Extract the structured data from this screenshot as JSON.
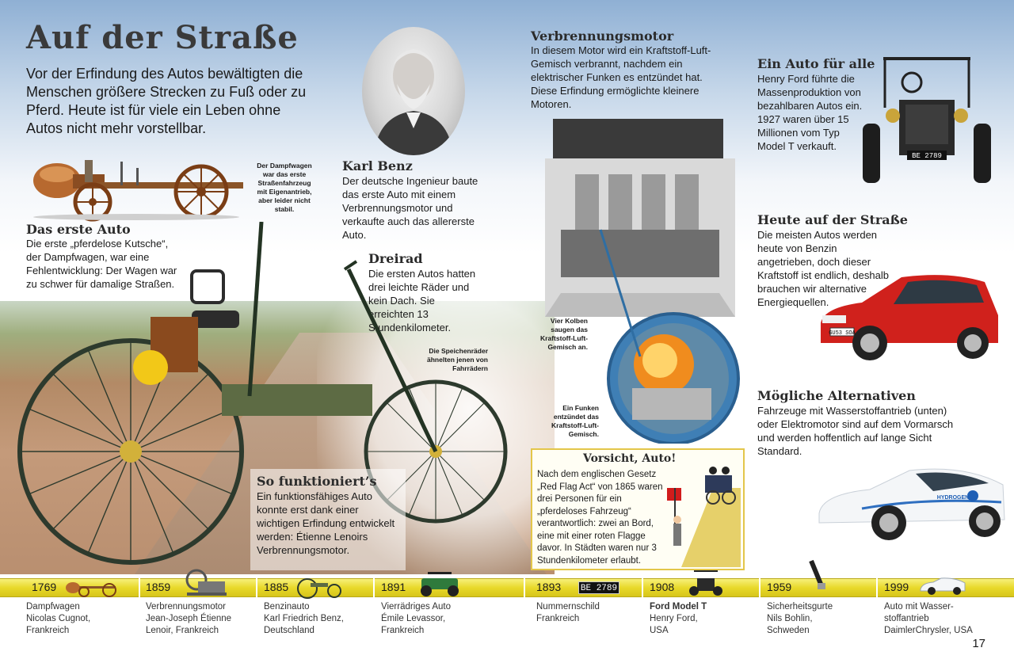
{
  "page": {
    "title": "Auf der Straße",
    "intro": "Vor der Erfindung des Autos bewältigten die Menschen größere Strecken zu Fuß oder zu Pferd. Heute ist für viele ein Leben ohne Autos nicht mehr vorstellbar.",
    "page_number": "17"
  },
  "sections": {
    "steam_caption": "Der Dampfwagen war das erste Straßenfahrzeug mit Eigenantrieb, aber leider nicht stabil.",
    "first_car": {
      "heading": "Das erste Auto",
      "text": "Die erste „pferdelose Kutsche“, der Dampfwagen, war eine Fehlentwicklung: Der Wagen war zu schwer für damalige Straßen."
    },
    "karl_benz": {
      "heading": "Karl Benz",
      "text": "Der deutsche Ingenieur baute das erste Auto mit einem Verbrennungsmotor und verkaufte auch das allererste Auto."
    },
    "dreirad": {
      "heading": "Dreirad",
      "text": "Die ersten Autos hatten drei leichte Räder und kein Dach. Sie erreichten 13 Stundenkilometer."
    },
    "spoke_caption": "Die Speichenräder ähnelten jenen von Fahrrädern",
    "how_it_works": {
      "heading": "So funktioniert’s",
      "text": "Ein funktionsfähiges Auto konnte erst dank einer wichtigen Erfindung entwickelt werden: Étienne Lenoirs Verbrennungsmotor."
    },
    "engine": {
      "heading": "Verbrennungsmotor",
      "text": "In diesem Motor wird ein Kraftstoff-Luft-Gemisch verbrannt, nachdem ein elektrischer Funken es entzündet hat. Diese Erfindung ermöglichte kleinere Motoren.",
      "caption_pistons": "Vier Kolben saugen das Kraftstoff-Luft-Gemisch an.",
      "caption_spark": "Ein Funken entzündet das Kraftstoff-Luft-Gemisch."
    },
    "warning": {
      "heading": "Vorsicht, Auto!",
      "text": "Nach dem englischen Gesetz „Red Flag Act“ von 1865 waren drei Personen für ein „pferdeloses Fahrzeug“ verantwortlich: zwei an Bord, eine mit einer roten Flagge davor. In Städten waren nur 3 Stundenkilometer erlaubt."
    },
    "car_for_all": {
      "heading": "Ein Auto für alle",
      "text": "Henry Ford führte die Massenproduktion von bezahlbaren Autos ein. 1927 waren über 15 Millionen vom Typ Model T verkauft.",
      "plate": "BE 2789"
    },
    "today": {
      "heading": "Heute auf der Straße",
      "text": "Die meisten Autos werden heute von Benzin angetrieben, doch dieser Kraftstoff ist endlich, deshalb brauchen wir alternative Energiequellen.",
      "plate": "GU53 SOA"
    },
    "alternatives": {
      "heading": "Mögliche Alternativen",
      "text": "Fahrzeuge mit Wasserstoffantrieb (unten) oder Elektromotor sind auf dem Vormarsch und werden hoffentlich auf lange Sicht Standard.",
      "car_label": "HYDROGEN"
    }
  },
  "timeline": [
    {
      "year": "1769",
      "lines": [
        "Dampfwagen",
        "Nicolas Cugnot,",
        "Frankreich"
      ]
    },
    {
      "year": "1859",
      "lines": [
        "Verbrennungsmotor",
        "Jean-Joseph Étienne",
        "Lenoir, Frankreich"
      ]
    },
    {
      "year": "1885",
      "lines": [
        "Benzinauto",
        "Karl Friedrich Benz,",
        "Deutschland"
      ]
    },
    {
      "year": "1891",
      "lines": [
        "Vierrädriges Auto",
        "Émile Levassor,",
        "Frankreich"
      ]
    },
    {
      "year": "1893",
      "lines": [
        "Nummernschild",
        "Frankreich",
        ""
      ],
      "plate": "BE 2789"
    },
    {
      "year": "1908",
      "lines": [
        "Ford Model T",
        "Henry Ford,",
        "USA"
      ]
    },
    {
      "year": "1959",
      "lines": [
        "Sicherheitsgurte",
        "Nils Bohlin,",
        "Schweden"
      ]
    },
    {
      "year": "1999",
      "lines": [
        "Auto mit Wasser-",
        "stoffantrieb",
        "DaimlerChrysler, USA"
      ]
    }
  ],
  "colors": {
    "timeline_yellow": "#e8d92a",
    "red_car": "#d0211c",
    "warning_border": "#e3c64a",
    "sky": "#8fb0d4"
  }
}
